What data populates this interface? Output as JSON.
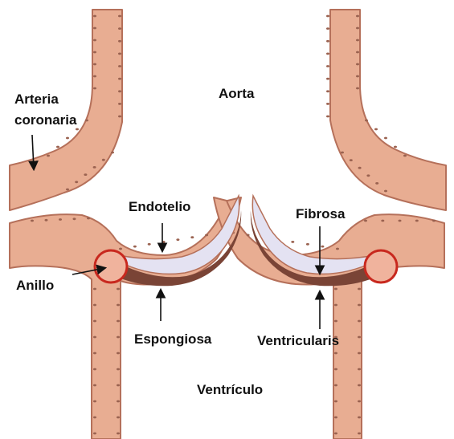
{
  "labels": {
    "aorta": "Aorta",
    "arteria_line1": "Arteria",
    "arteria_line2": "coronaria",
    "endotelio": "Endotelio",
    "fibrosa": "Fibrosa",
    "anillo": "Anillo",
    "espongiosa": "Espongiosa",
    "ventricularis": "Ventricularis",
    "ventriculo": "Ventrículo"
  },
  "colors": {
    "wall_fill": "#e8ad92",
    "wall_outline": "#b5705a",
    "wall_dots": "#9a6250",
    "annulus_fill": "#f0b39d",
    "annulus_stroke": "#c8281e",
    "leaflet_fill": "#e4e2f2",
    "leaflet_dark_layer": "#7a4436",
    "arrow": "#111111",
    "text": "#111111"
  }
}
